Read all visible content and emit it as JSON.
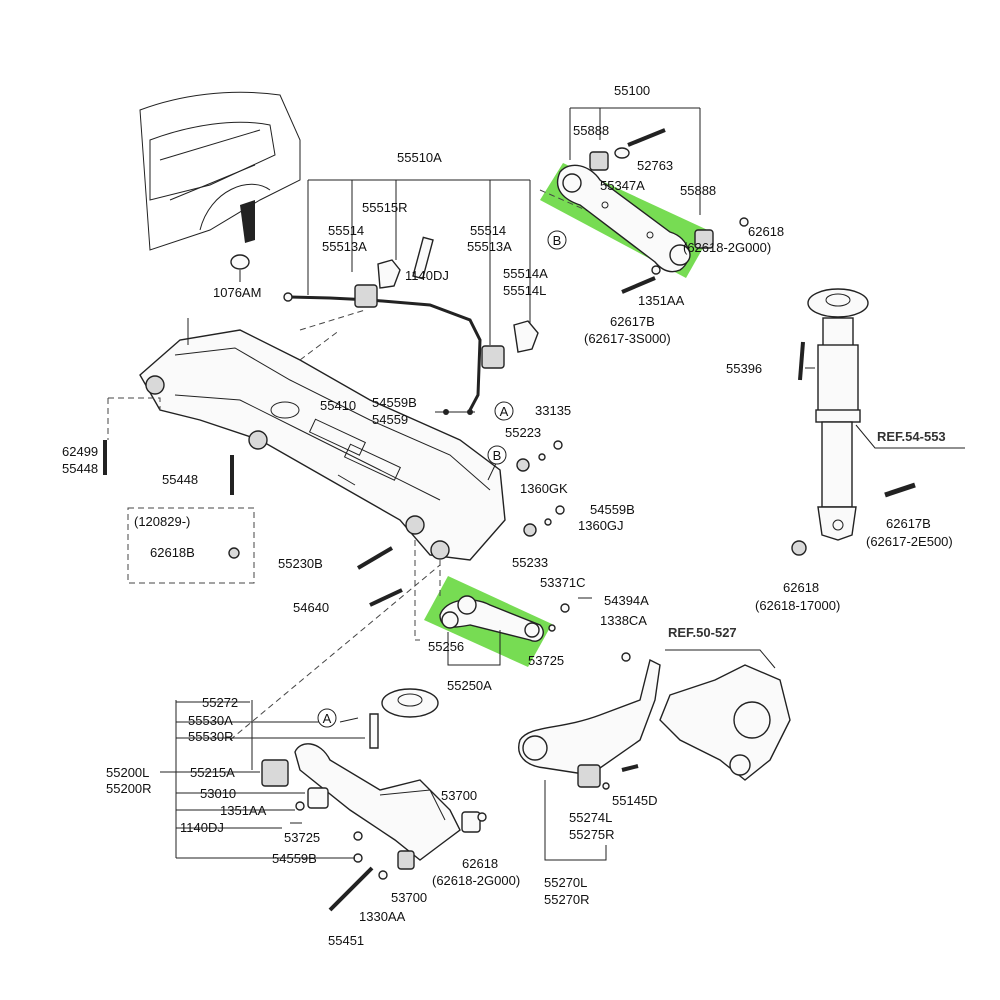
{
  "highlight_color": "#5fd635",
  "labels": {
    "l_55100": "55100",
    "l_55888a": "55888",
    "l_52763": "52763",
    "l_55347a": "55347A",
    "l_55888b": "55888",
    "l_62618a": "62618",
    "l_62618a_alt": "(62618-2G000)",
    "l_1351aa_top": "1351AA",
    "l_62617b_top": "62617B",
    "l_62617b_top_alt": "(62617-3S000)",
    "l_55510a": "55510A",
    "l_55515r": "55515R",
    "l_55514_l": "55514",
    "l_55513a_l": "55513A",
    "l_55514_r": "55514",
    "l_55513a_r": "55513A",
    "l_1140dj_top": "1140DJ",
    "l_55514a": "55514A",
    "l_55514l": "55514L",
    "l_1076am": "1076AM",
    "l_55396": "55396",
    "l_ref54": "REF.54-553",
    "l_55410": "55410",
    "l_54559b_top": "54559B",
    "l_54559_top": "54559",
    "l_33135": "33135",
    "l_55223": "55223",
    "l_1360gk": "1360GK",
    "l_54559b_mid": "54559B",
    "l_1360gj": "1360GJ",
    "l_55233": "55233",
    "l_62499": "62499",
    "l_55448_a": "55448",
    "l_55448_b": "55448",
    "l_120829": "(120829-)",
    "l_62618b": "62618B",
    "l_55230b": "55230B",
    "l_54640": "54640",
    "l_53371c": "53371C",
    "l_54394a": "54394A",
    "l_1338ca": "1338CA",
    "l_55256": "55256",
    "l_53725_mid": "53725",
    "l_55250a": "55250A",
    "l_ref50": "REF.50-527",
    "l_62617b_r": "62617B",
    "l_62617b_r_alt": "(62617-2E500)",
    "l_62618_r": "62618",
    "l_62618_r_alt": "(62618-17000)",
    "l_55272": "55272",
    "l_55530a": "55530A",
    "l_55530r": "55530R",
    "l_55200l": "55200L",
    "l_55200r": "55200R",
    "l_55215a": "55215A",
    "l_53010": "53010",
    "l_1351aa_b": "1351AA",
    "l_1140dj_b": "1140DJ",
    "l_53725_b": "53725",
    "l_54559b_b": "54559B",
    "l_53700_a": "53700",
    "l_62618_b": "62618",
    "l_62618_b_alt": "(62618-2G000)",
    "l_53700_b": "53700",
    "l_1330aa": "1330AA",
    "l_55451": "55451",
    "l_55145d": "55145D",
    "l_55274l": "55274L",
    "l_55275r": "55275R",
    "l_55270l": "55270L",
    "l_55270r": "55270R"
  },
  "callouts": {
    "a_top": "A",
    "b_top": "B",
    "b_mid": "B",
    "a_bot": "A"
  }
}
